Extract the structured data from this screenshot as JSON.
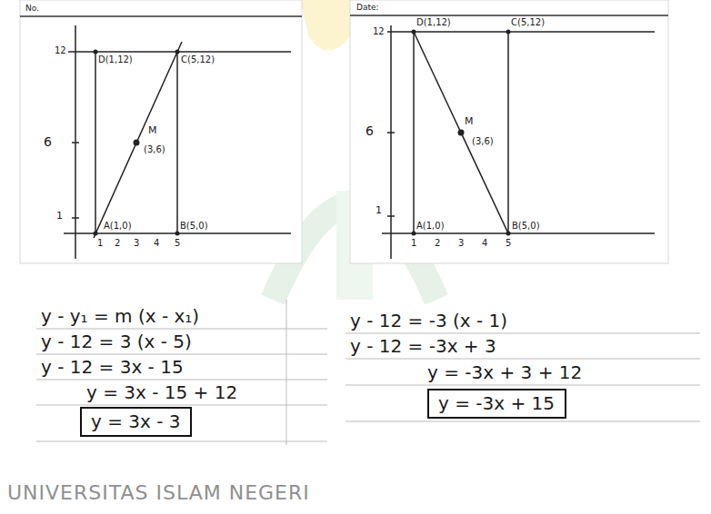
{
  "diagram": {
    "nodes": [
      {
        "text": [
          "y = 3x - 3"
        ]
      },
      {
        "text": [
          "y = -3x + 15"
        ]
      }
    ],
    "labels": [
      "No.",
      "12",
      "D(1,12)",
      "C(5,12)",
      "6",
      "M",
      "(3,6)",
      "1",
      "A(1,0)",
      "B(5,0)",
      "1",
      "2",
      "3",
      "4",
      "5",
      "Date:",
      "D(1,12)",
      "C(5,12)",
      "12",
      "6",
      "M",
      "(3,6)",
      "1",
      "A(1,0)",
      "B(5,0)",
      "1",
      "2",
      "3",
      "4",
      "5",
      "y - y₁ = m (x - x₁)",
      "y - 12 = 3 (x - 5)",
      "y - 12 = 3x - 15",
      "y = 3x - 15 + 12",
      "y - 12 = -3 (x - 1)",
      "y - 12 = -3x + 3",
      "y = -3x + 3 + 12",
      "UNIVERSITAS ISLAM NEGERI"
    ]
  }
}
